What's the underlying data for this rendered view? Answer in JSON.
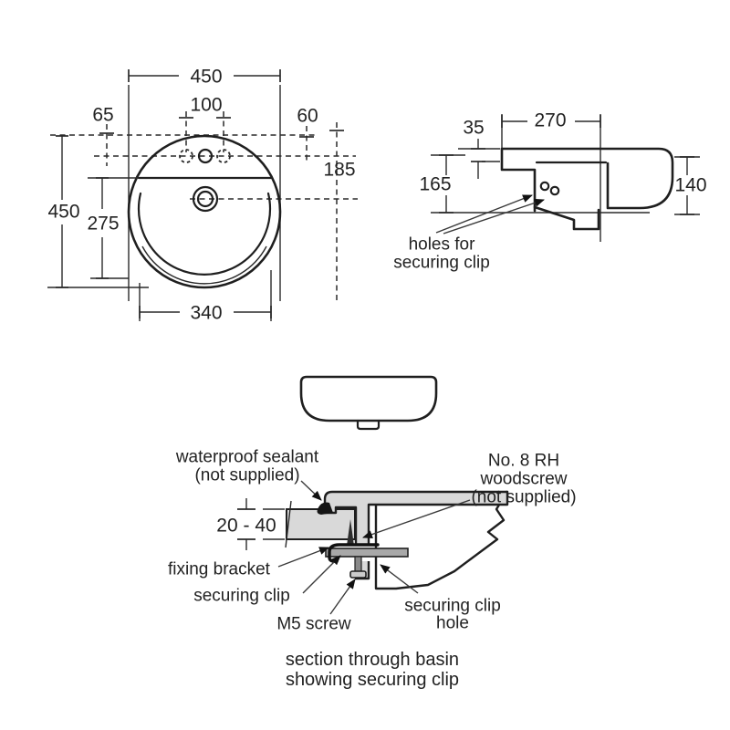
{
  "diagram_title": "basin installation technical drawing",
  "colors": {
    "ink": "#1f1f1f",
    "ceramic_fill": "#d9d9d9",
    "bracket_fill": "#a8a8a8",
    "background": "#ffffff"
  },
  "plan_view": {
    "dim_overall_width": "450",
    "dim_tap_hole_spacing": "100",
    "dim_left_offset": "65",
    "dim_right_offset": "60",
    "dim_tap_to_waste": "185",
    "dim_overall_depth": "450",
    "dim_bowl_depth": "275",
    "dim_bowl_width": "340"
  },
  "side_view": {
    "dim_recess_depth": "270",
    "dim_rim_thickness": "35",
    "dim_front_height": "165",
    "dim_body_height": "140",
    "label_holes_line1": "holes for",
    "label_holes_line2": "securing clip"
  },
  "section_view": {
    "dim_counter_thickness": "20 - 40",
    "label_sealant_line1": "waterproof sealant",
    "label_sealant_line2": "(not supplied)",
    "label_woodscrew_line1": "No. 8 RH",
    "label_woodscrew_line2": "woodscrew",
    "label_woodscrew_line3": "(not supplied)",
    "label_fixing_bracket": "fixing bracket",
    "label_securing_clip": "securing clip",
    "label_m5_screw": "M5 screw",
    "label_clip_hole_line1": "securing clip",
    "label_clip_hole_line2": "hole",
    "caption_line1": "section through basin",
    "caption_line2": "showing securing clip"
  }
}
